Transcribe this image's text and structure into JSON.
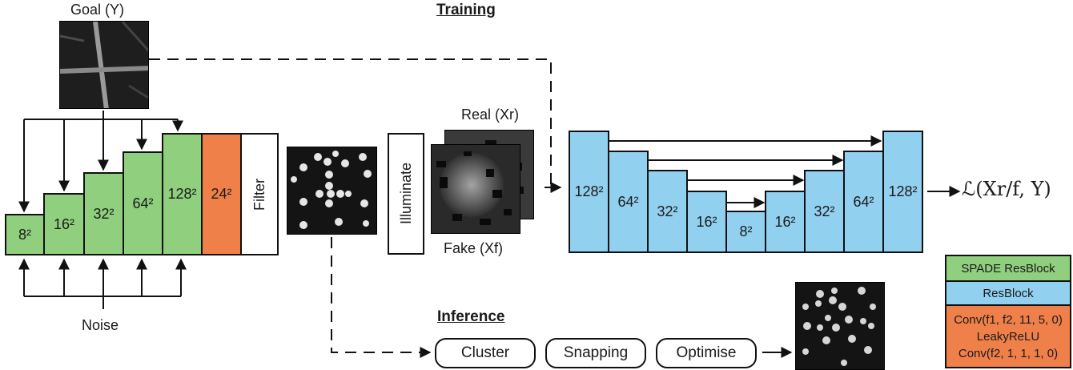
{
  "labels": {
    "goal": "Goal (Y)",
    "training": "Training",
    "inference": "Inference",
    "noise": "Noise",
    "real": "Real (Xr)",
    "fake": "Fake (Xf)",
    "loss": "ℒ(Xr/f, Y)"
  },
  "generator": {
    "blocks": [
      {
        "label": "8²",
        "type": "spade"
      },
      {
        "label": "16²",
        "type": "spade"
      },
      {
        "label": "32²",
        "type": "spade"
      },
      {
        "label": "64²",
        "type": "spade"
      },
      {
        "label": "128²",
        "type": "spade"
      },
      {
        "label": "24²",
        "type": "conv"
      }
    ],
    "filter": "Filter"
  },
  "illuminate": "Illuminate",
  "unet": {
    "blocks": [
      "128²",
      "64²",
      "32²",
      "16²",
      "8²",
      "16²",
      "32²",
      "64²",
      "128²"
    ]
  },
  "inference_steps": [
    "Cluster",
    "Snapping",
    "Optimise"
  ],
  "legend": {
    "spade": "SPADE ResBlock",
    "resblock": "ResBlock",
    "conv1": "Conv(f1, f2, 11, 5, 0)",
    "leaky": "LeakyReLU",
    "conv2": "Conv(f2, 1, 1, 1, 0)"
  },
  "colors": {
    "spade": "#8fcf7d",
    "resblock": "#92d0f0",
    "conv": "#f0804a"
  }
}
